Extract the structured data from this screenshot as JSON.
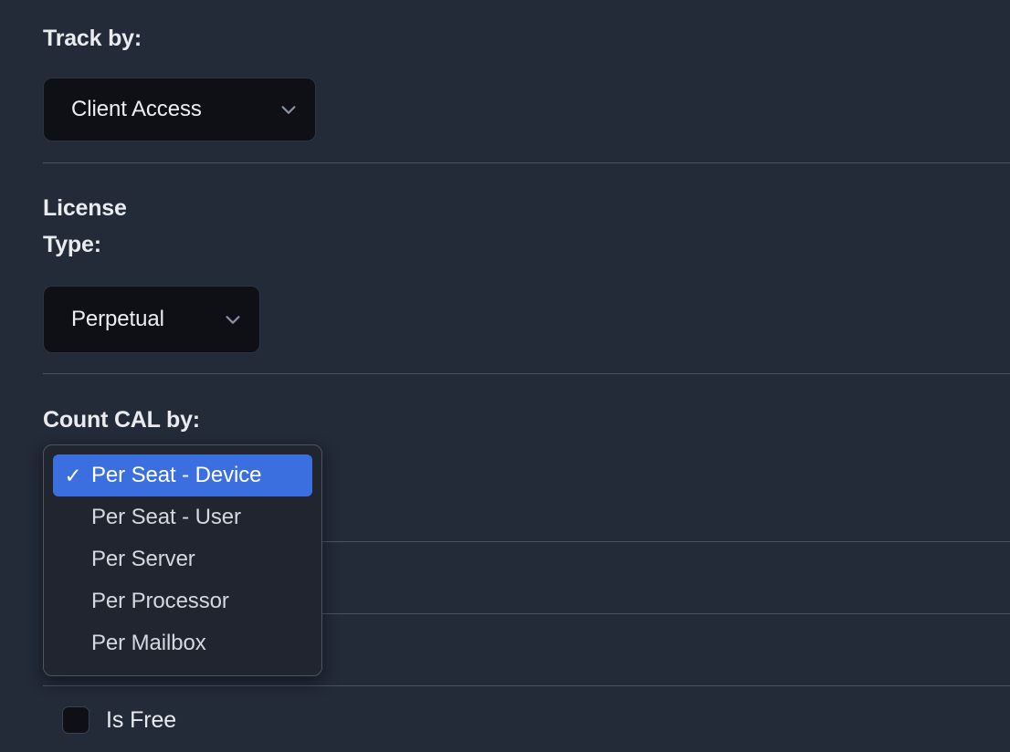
{
  "theme": {
    "background": "#232a38",
    "divider": "#4a5264",
    "control_bg": "#0e1016",
    "control_border": "#2d3340",
    "popup_bg": "#20252f",
    "popup_border": "#4e5561",
    "accent": "#3b6fe0",
    "text": "#e9ebef",
    "muted_text": "#d4d8df",
    "chevron": "#8a93a5"
  },
  "fields": {
    "track_by": {
      "label": "Track by:",
      "value": "Client Access",
      "chevron_icon": "chevron-down-icon"
    },
    "license_type": {
      "label": "License\nType:",
      "value": "Perpetual",
      "chevron_icon": "chevron-down-icon"
    },
    "count_cal_by": {
      "label": "Count CAL by:",
      "selected": "Per Seat - Device",
      "check_icon": "check-icon",
      "options": [
        {
          "label": "Per Seat - Device",
          "selected": true
        },
        {
          "label": "Per Seat - User",
          "selected": false
        },
        {
          "label": "Per Server",
          "selected": false
        },
        {
          "label": "Per Processor",
          "selected": false
        },
        {
          "label": "Per Mailbox",
          "selected": false
        }
      ]
    },
    "is_free": {
      "label": "Is Free",
      "checked": false
    }
  }
}
